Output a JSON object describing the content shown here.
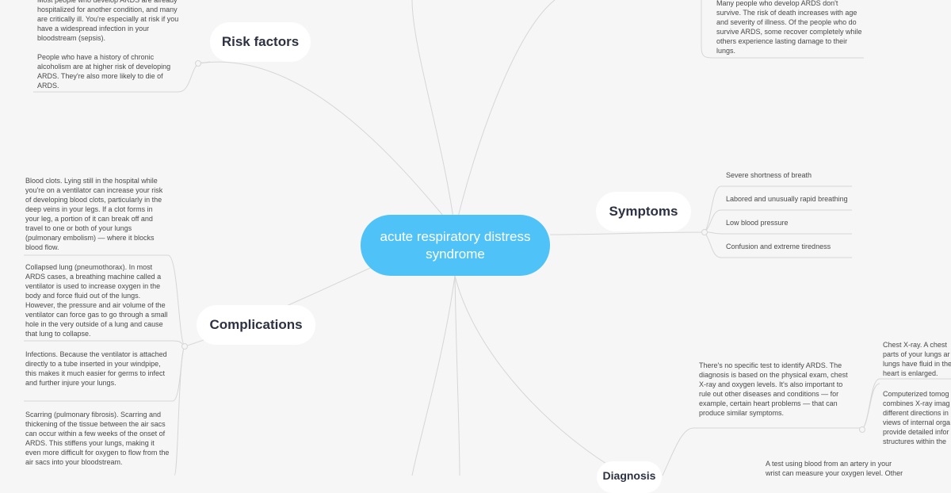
{
  "central": "acute respiratory distress syndrome",
  "branches": {
    "risk_factors": "Risk factors",
    "complications": "Complications",
    "symptoms": "Symptoms",
    "diagnosis": "Diagnosis"
  },
  "risk_factors_text": "Most people who develop ARDS are already hospitalized for another condition, and many are critically ill. You're especially at risk if you have a widespread infection in your bloodstream (sepsis).\n\nPeople who have a history of chronic alcoholism are at higher risk of developing ARDS. They're also more likely to die of ARDS.",
  "outlook_text": "Many people who develop ARDS don't survive. The risk of death increases with age and severity of illness. Of the people who do survive ARDS, some recover completely while others experience lasting damage to their lungs.",
  "complications": [
    "Blood clots. Lying still in the hospital while you're on a ventilator can increase your risk of developing blood clots, particularly in the deep veins in your legs. If a clot forms in your leg, a portion of it can break off and travel to one or both of your lungs (pulmonary embolism) — where it blocks blood flow.",
    "Collapsed lung (pneumothorax). In most ARDS cases, a breathing machine called a ventilator is used to increase oxygen in the body and force fluid out of the lungs. However, the pressure and air volume of the ventilator can force gas to go through a small hole in the very outside of a lung and cause that lung to collapse.",
    "Infections. Because the ventilator is attached directly to a tube inserted in your windpipe, this makes it much easier for germs to infect and further injure your lungs.",
    "Scarring (pulmonary fibrosis). Scarring and thickening of the tissue between the air sacs can occur within a few weeks of the onset of ARDS. This stiffens your lungs, making it even more difficult for oxygen to flow from the air sacs into your bloodstream."
  ],
  "symptoms": [
    "Severe shortness of breath",
    "Labored and unusually rapid breathing",
    "Low blood pressure",
    "Confusion and extreme tiredness"
  ],
  "diagnosis_text": "There's no specific test to identify ARDS. The diagnosis is based on the physical exam, chest X-ray and oxygen levels. It's also important to rule out other diseases and conditions — for example, certain heart problems — that can produce similar symptoms.",
  "diagnosis_tests": [
    "Chest X-ray. A chest\nparts of your lungs ar\nlungs have fluid in the\nheart is enlarged.",
    "Computerized tomog\ncombines X-ray imag\ndifferent directions in\nviews of internal orga\nprovide detailed infor\nstructures within the"
  ],
  "blood_test_text": "A test using blood from an artery in your\nwrist can measure your oxygen level. Other"
}
